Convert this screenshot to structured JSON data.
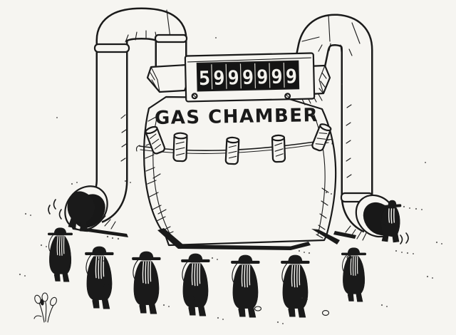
{
  "meter": {
    "label": "GAS CHAMBER",
    "counter": {
      "value": "5999999",
      "digits": [
        "5",
        "9",
        "9",
        "9",
        "9",
        "9",
        "9"
      ]
    }
  },
  "colors": {
    "ink": "#1a1a1a",
    "paper": "#f6f5f1",
    "display_bg": "#141414",
    "digit": "#f2f1ec",
    "separator": "#d8d7d0"
  }
}
